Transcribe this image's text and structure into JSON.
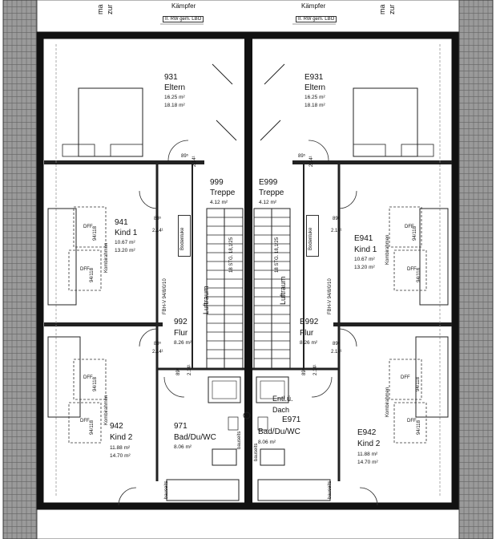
{
  "labels": {
    "kaempfer": "Kämpfer",
    "rw_label": "II. RW gem. LBO",
    "top_left_frag": "ma",
    "top_left_frag2": "zur",
    "top_right_frag": "ma",
    "top_right_frag2": "zur",
    "fbh": "FBH-V 94/8/0/10",
    "bodenluke": "Bodenluke",
    "luftraum": "Luftraum",
    "stg": "18 STG. 18,1/25",
    "dff": "DFF",
    "dff_size": "94/118",
    "kombirahmen": "Kombirahmen",
    "bauseits": "bauseits",
    "entl1": "Entl.ü.",
    "entl2": "Dach",
    "dim_89": "89⁵",
    "dim_214": "2.14¹"
  },
  "rooms_left": [
    {
      "id": "931",
      "name": "Eltern",
      "area1": "16.25 m²",
      "area2": "18.18 m²"
    },
    {
      "id": "999",
      "name": "Treppe",
      "area1": "4.12 m²",
      "area2": ""
    },
    {
      "id": "941",
      "name": "Kind 1",
      "area1": "10.67 m²",
      "area2": "13.20 m²"
    },
    {
      "id": "992",
      "name": "Flur",
      "area1": "8.26 m²",
      "area2": ""
    },
    {
      "id": "971",
      "name": "Bad/Du/WC",
      "area1": "8.06 m²",
      "area2": ""
    },
    {
      "id": "942",
      "name": "Kind 2",
      "area1": "11.88 m²",
      "area2": "14.70 m²"
    }
  ],
  "rooms_right": [
    {
      "id": "E931",
      "name": "Eltern",
      "area1": "16.25 m²",
      "area2": "18.18 m²"
    },
    {
      "id": "E999",
      "name": "Treppe",
      "area1": "4.12 m²",
      "area2": ""
    },
    {
      "id": "E941",
      "name": "Kind 1",
      "area1": "10.67 m²",
      "area2": "13.20 m²"
    },
    {
      "id": "E992",
      "name": "Flur",
      "area1": "8.26 m²",
      "area2": ""
    },
    {
      "id": "E971",
      "name": "Bad/Du/WC",
      "area1": "8.06 m²",
      "area2": ""
    },
    {
      "id": "E942",
      "name": "Kind 2",
      "area1": "11.88 m²",
      "area2": "14.70 m²"
    }
  ]
}
